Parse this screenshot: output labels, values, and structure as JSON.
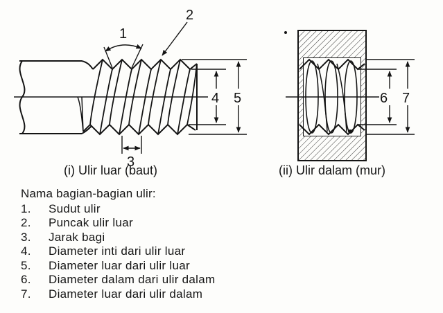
{
  "figure": {
    "left_caption": "(i) Ulir luar (baut)",
    "right_caption": "(ii) Ulir dalam (mur)",
    "labels": {
      "l1": "1",
      "l2": "2",
      "l3": "3",
      "l4": "4",
      "l5": "5",
      "l6": "6",
      "l7": "7"
    }
  },
  "parts": {
    "title": "Nama bagian-bagian ulir:",
    "items": [
      {
        "num": "1.",
        "text": "Sudut ulir"
      },
      {
        "num": "2.",
        "text": "Puncak ulir luar"
      },
      {
        "num": "3.",
        "text": "Jarak bagi"
      },
      {
        "num": "4.",
        "text": "Diameter inti dari ulir luar"
      },
      {
        "num": "5.",
        "text": "Diameter luar dari ulir luar"
      },
      {
        "num": "6.",
        "text": "Diameter dalam dari ulir dalam"
      },
      {
        "num": "7.",
        "text": "Diameter luar dari ulir dalam"
      }
    ]
  }
}
